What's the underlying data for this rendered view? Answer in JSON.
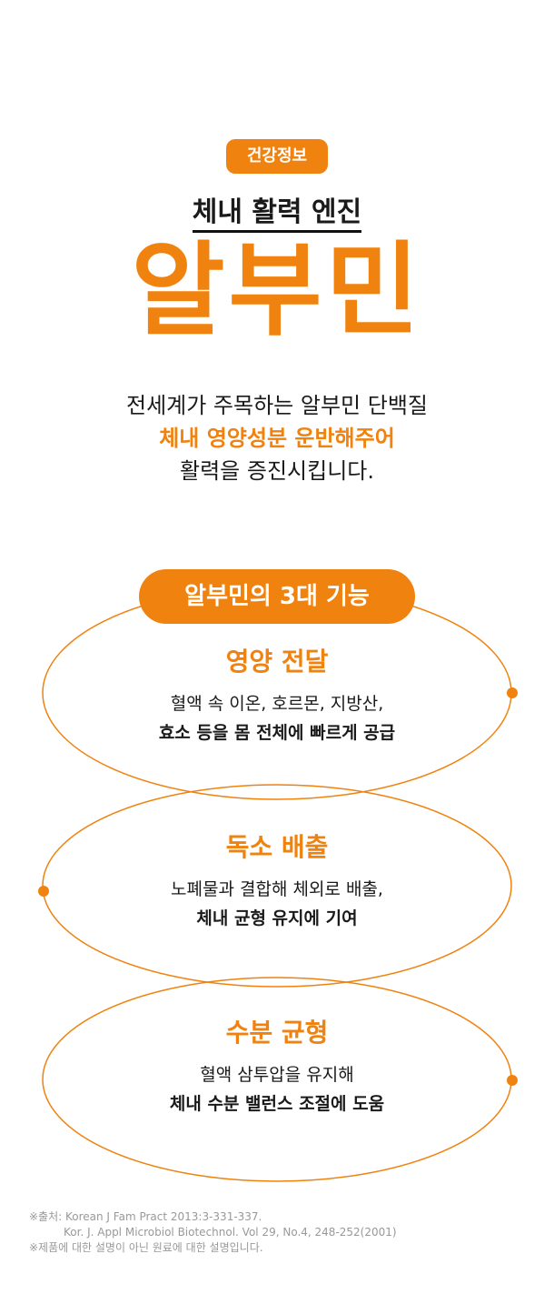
{
  "badge": "건강정보",
  "subtitle": "체내 활력 엔진",
  "title": "알부민",
  "intro": {
    "line1": "전세계가 주목하는 알부민 단백질",
    "line2": "체내 영양성분 운반해주어",
    "line3": "활력을 증진시킵니다."
  },
  "section_title": "알부민의 3대 기능",
  "features": [
    {
      "title": "영양 전달",
      "line1": "혈액 속 이온, 호르몬, 지방산,",
      "line2": "효소 등을 몸 전체에 빠르게 공급"
    },
    {
      "title": "독소 배출",
      "line1": "노폐물과 결합해 체외로 배출,",
      "line2": "체내 균형 유지에 기여"
    },
    {
      "title": "수분 균형",
      "line1": "혈액 삼투압을 유지해",
      "line2": "체내 수분 밸런스 조절에 도움"
    }
  ],
  "notes": {
    "line1": "※출처: Korean J Fam Pract 2013:3-331-337.",
    "line2": "Kor. J. Appl Microbiol Biotechnol. Vol 29, No.4, 248-252(2001)",
    "line3": "※제품에 대한 설명이 아닌 원료에 대한 설명입니다."
  },
  "colors": {
    "accent": "#F0820F"
  }
}
